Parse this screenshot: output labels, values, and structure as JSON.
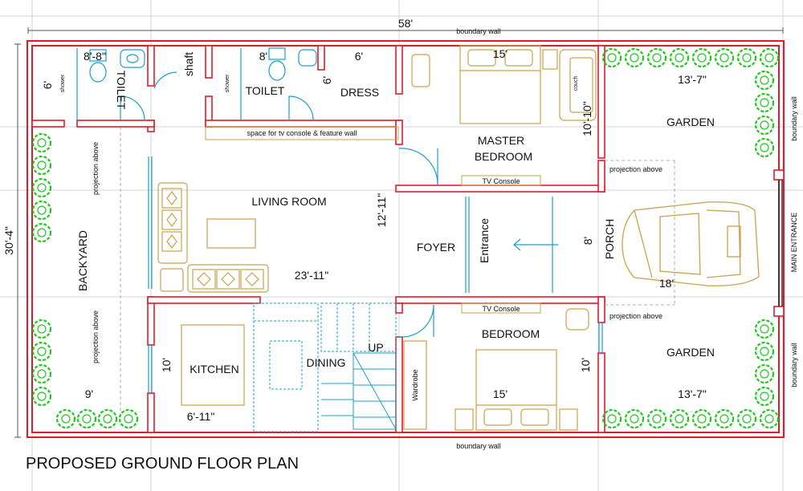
{
  "plan_title": "PROPOSED GROUND FLOOR PLAN",
  "dims": {
    "top_width": "58'",
    "left_height": "30'-4\"",
    "toilet1_width": "8'-8\"",
    "toilet2_width": "8'",
    "dress_width": "6'",
    "master_width": "15'",
    "garden_top_width": "13'-7\"",
    "toilet1_height": "6'",
    "dress_height": "6'",
    "master_height": "10'-10\"",
    "living_height": "12'-11\"",
    "living_width": "23'-11\"",
    "porch_height": "8'",
    "porch_width": "18'",
    "kitchen_height": "10'",
    "kitchen_width": "6'-11\"",
    "backyard_width": "9'",
    "bedroom_height": "10'",
    "bedroom_width": "15'",
    "garden_bottom_width": "13'-7\""
  },
  "rooms": {
    "toilet1": "TOILET",
    "shaft": "shaft",
    "toilet2": "TOILET",
    "dress": "DRESS",
    "master_bedroom_l1": "MASTER",
    "master_bedroom_l2": "BEDROOM",
    "garden_top": "GARDEN",
    "living_room": "LIVING ROOM",
    "backyard": "BACKYARD",
    "foyer": "FOYER",
    "entrance": "Entrance",
    "porch": "PORCH",
    "kitchen": "KITCHEN",
    "dining": "DINING",
    "up": "UP",
    "bedroom": "BEDROOM",
    "garden_bottom": "GARDEN"
  },
  "notes": {
    "boundary_wall_top": "boundary wall",
    "boundary_wall_bottom": "boundary wall",
    "boundary_wall_right_top": "boundary wall",
    "boundary_wall_right_bottom": "boundary wall",
    "main_entrance": "MAIN ENTRANCE",
    "shower1": "shower",
    "shower2": "shower",
    "couch": "couch",
    "tv_console_space": "space for tv console & feature wall",
    "tv_console_master": "TV Console",
    "tv_console_bedroom": "TV Console",
    "projection_backyard_top": "projection above",
    "projection_backyard_bottom": "projection above",
    "projection_porch_top": "projection above",
    "projection_porch_bottom": "projection above",
    "wardrobe": "Wardrobe"
  },
  "colors": {
    "wall": "#e21b2b",
    "wall_fill": "#ffffff",
    "furniture": "#c9a24a",
    "fixture": "#1aa0c8",
    "plant": "#1ec81e",
    "grid": "#cfcfcf",
    "text": "#111111"
  }
}
